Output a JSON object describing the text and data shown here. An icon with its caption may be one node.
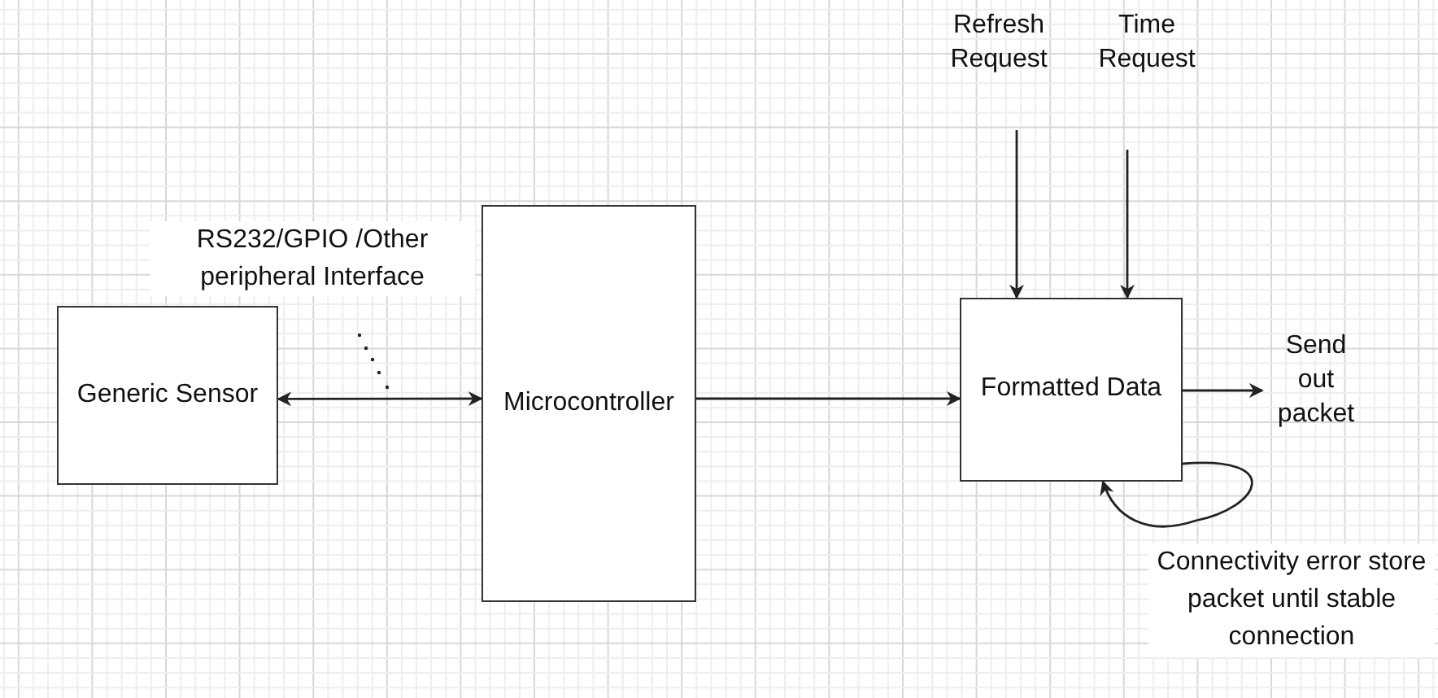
{
  "diagram": {
    "nodes": [
      {
        "text": [
          "Generic Sensor"
        ]
      },
      {
        "text": [
          "Microcontroller"
        ]
      },
      {
        "text": [
          "Formatted Data"
        ]
      },
      {
        "text": [
          "Refresh Request"
        ]
      },
      {
        "text": [
          "Time Request"
        ]
      },
      {
        "text": [
          "Send out packet"
        ]
      }
    ],
    "edges": [
      {
        "from": 0,
        "to": 1,
        "arrow": "both",
        "label": "RS232/GPIO /Other peripheral Interface"
      },
      {
        "from": 1,
        "to": 2,
        "arrow": "to"
      },
      {
        "from": 3,
        "to": 2,
        "arrow": "to"
      },
      {
        "from": 4,
        "to": 2,
        "arrow": "to"
      },
      {
        "from": 2,
        "to": 5,
        "arrow": "to"
      },
      {
        "from": 2,
        "to": 2,
        "arrow": "to",
        "label": "Connectivity error store packet until stable connection"
      }
    ]
  }
}
